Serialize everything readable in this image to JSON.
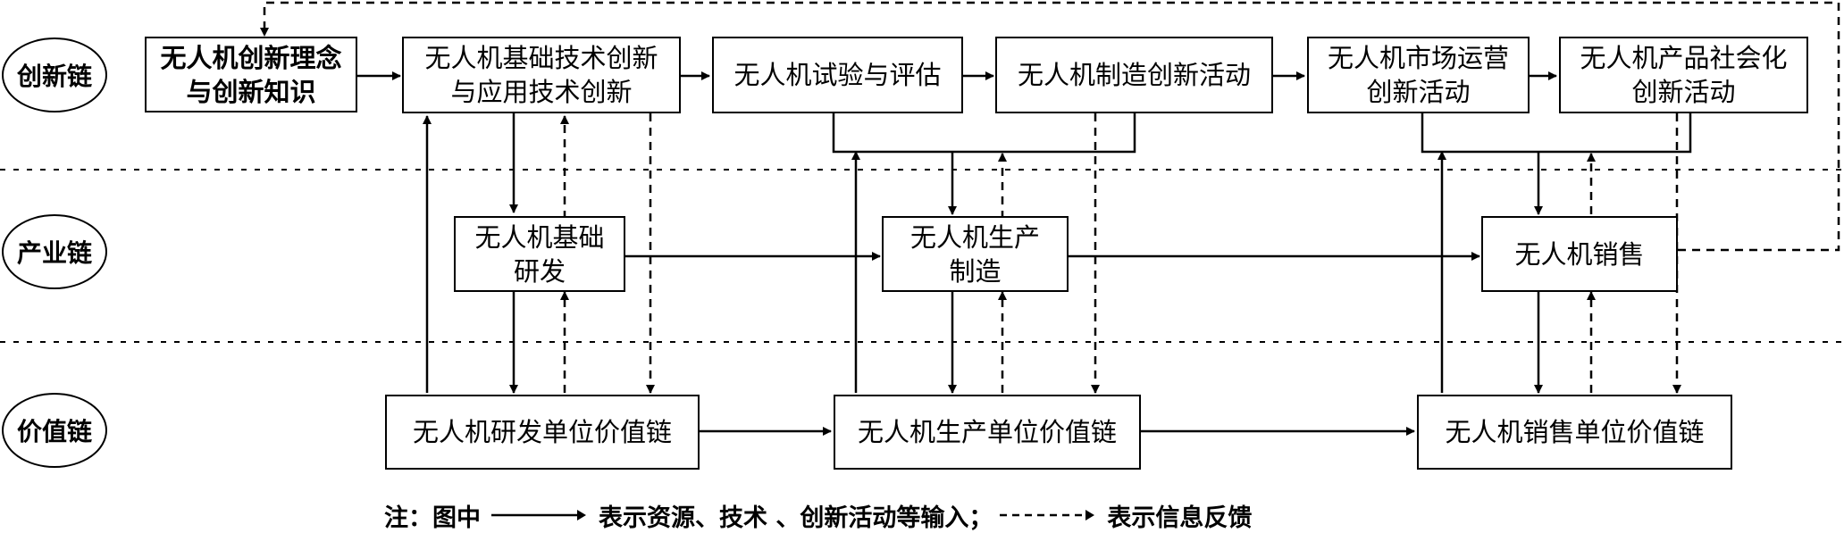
{
  "chains": {
    "innovation": "创新链",
    "industry": "产业链",
    "value": "价值链"
  },
  "innovation_boxes": {
    "concept": "无人机创新理念\n与创新知识",
    "basic_tech": "无人机基础技术创新\n与应用技术创新",
    "test_eval": "无人机试验与评估",
    "manufacturing": "无人机制造创新活动",
    "market": "无人机市场运营\n创新活动",
    "social": "无人机产品社会化\n创新活动"
  },
  "industry_boxes": {
    "rnd": "无人机基础\n研发",
    "production": "无人机生产\n制造",
    "sales": "无人机销售"
  },
  "value_boxes": {
    "rnd": "无人机研发单位价值链",
    "production": "无人机生产单位价值链",
    "sales": "无人机销售单位价值链"
  },
  "legend": {
    "prefix": "注：图中",
    "solid_meaning": "表示资源、技术 、创新活动等输入；",
    "dashed_meaning": "表示信息反馈"
  }
}
